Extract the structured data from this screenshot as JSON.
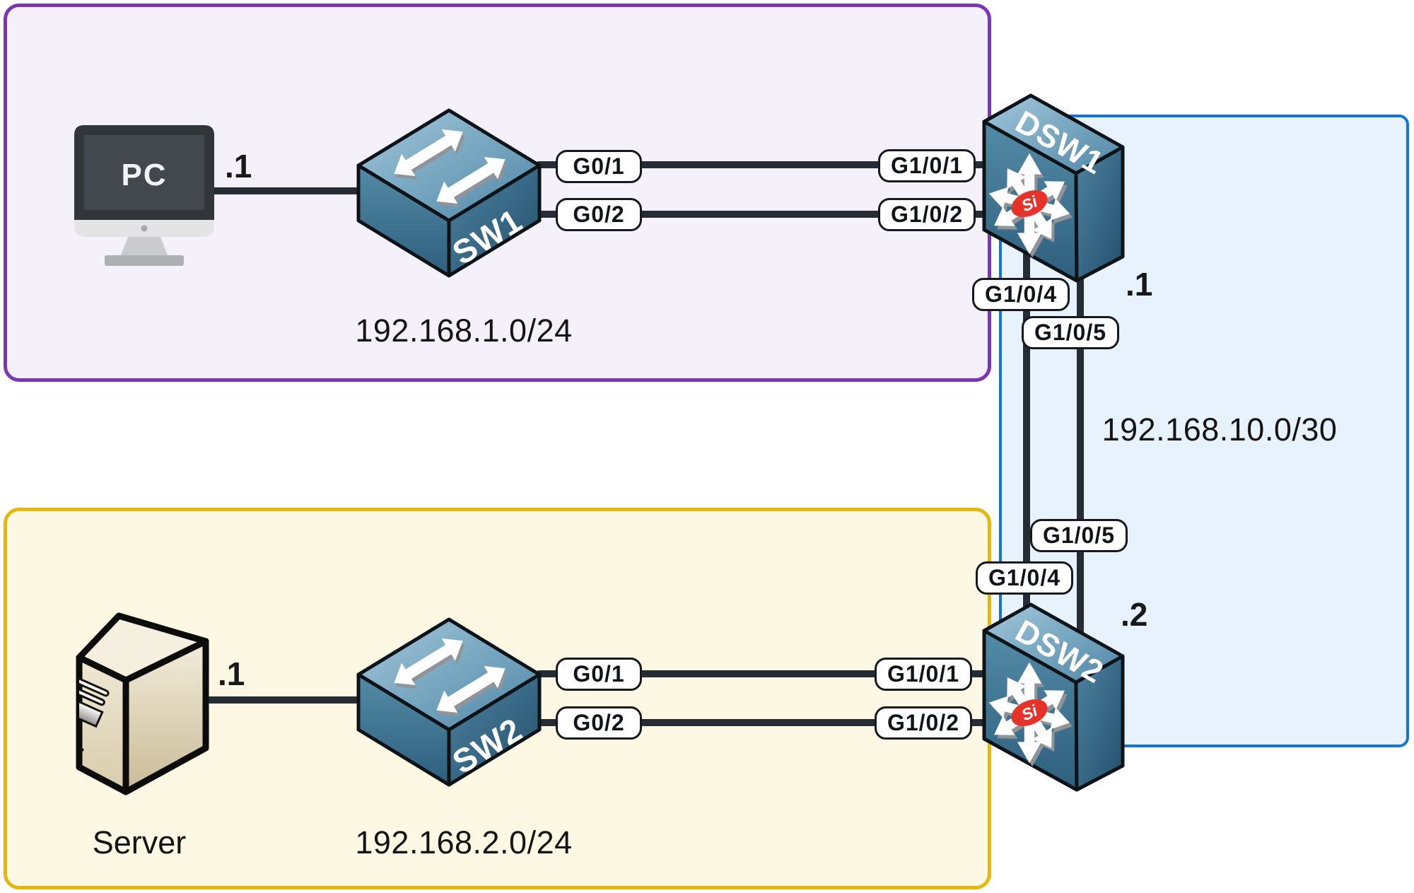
{
  "zones": {
    "vlan1": {
      "subnet": "192.168.1.0/24",
      "border_color": "#7A36B4",
      "fill_color": "#F5F1FB"
    },
    "vlan2": {
      "subnet": "192.168.2.0/24",
      "border_color": "#E4B90C",
      "fill_color": "#FCF8E4"
    },
    "ptp": {
      "subnet": "192.168.10.0/30",
      "border_color": "#1374D9",
      "fill_color": "#E8F2FC"
    }
  },
  "devices": {
    "pc": {
      "label": "PC",
      "ip_suffix": ".1",
      "type": "pc"
    },
    "server": {
      "label": "Server",
      "ip_suffix": ".1",
      "type": "server"
    },
    "sw1": {
      "label": "SW1",
      "type": "switch"
    },
    "sw2": {
      "label": "SW2",
      "type": "switch"
    },
    "dsw1": {
      "label": "DSW1",
      "badge": "Si",
      "ip_suffix": ".1",
      "type": "multilayer-switch"
    },
    "dsw2": {
      "label": "DSW2",
      "badge": "Si",
      "ip_suffix": ".2",
      "type": "multilayer-switch"
    }
  },
  "ports": {
    "sw1_g01": "G0/1",
    "sw1_g02": "G0/2",
    "dsw1_g101": "G1/0/1",
    "dsw1_g102": "G1/0/2",
    "dsw1_g104": "G1/0/4",
    "dsw1_g105": "G1/0/5",
    "dsw2_g105": "G1/0/5",
    "dsw2_g104": "G1/0/4",
    "sw2_g01": "G0/1",
    "sw2_g02": "G0/2",
    "dsw2_g101": "G1/0/1",
    "dsw2_g102": "G1/0/2"
  },
  "colors": {
    "link": "#262C35",
    "si_badge": "#E73229"
  }
}
